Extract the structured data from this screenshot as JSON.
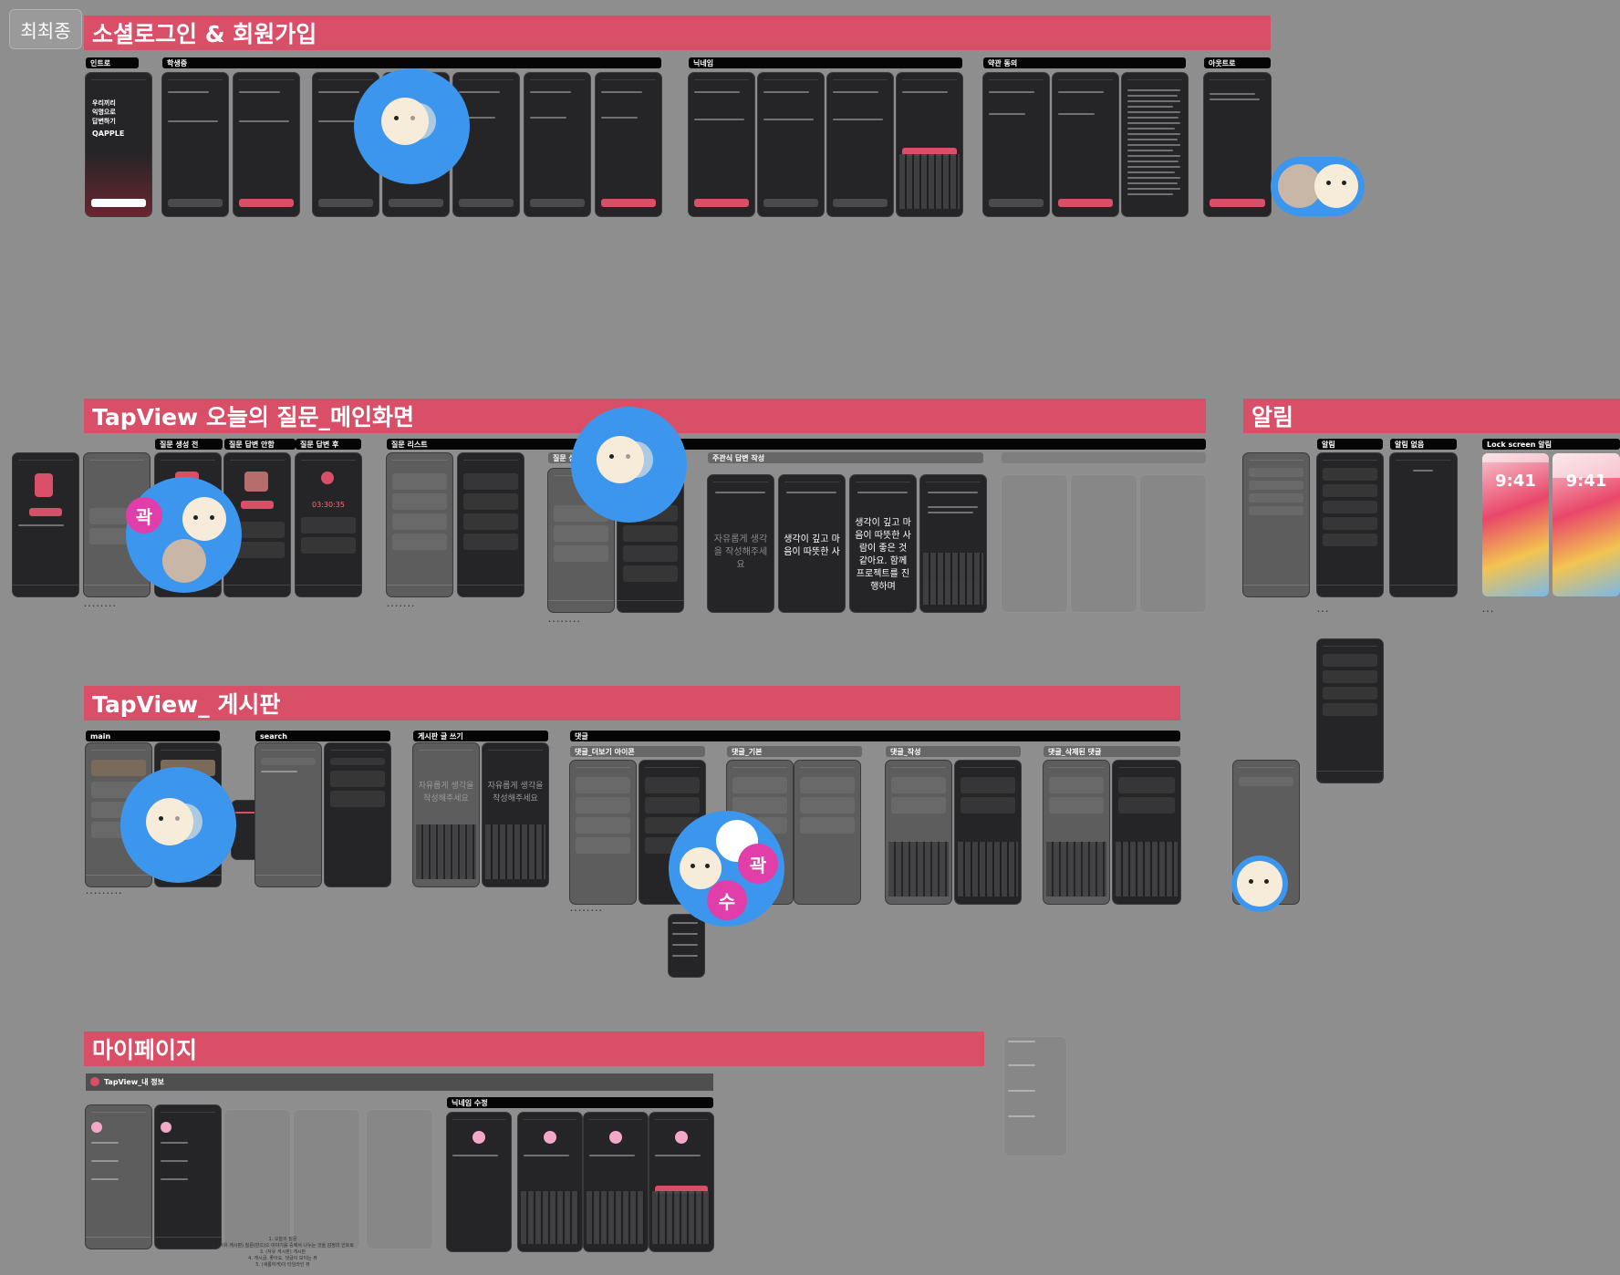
{
  "page_tag": "최최종",
  "sections": {
    "social_login": "소셜로그인 & 회원가입",
    "tapview_main": "TapView 오늘의 질문_메인화면",
    "notification": "알림",
    "board": "TapView_ 게시판",
    "mypage": "마이페이지"
  },
  "labels": {
    "intro": "인트로",
    "student_id": "학생증",
    "nickname": "닉네임",
    "terms": "약관 동의",
    "logout": "아웃트로",
    "q_before": "질문 생성 전",
    "q_answering": "질문 답변 안함",
    "q_after": "질문 답변 후",
    "q_list": "질문 리스트",
    "q_detail": "질문 상",
    "subjective": "주관식 답변 작성",
    "noti": "알림",
    "noti_empty": "알림 없음",
    "lock_noti": "Lock screen 알림",
    "main": "main",
    "search": "search",
    "write": "게시판 글 쓰기",
    "comment": "댓글",
    "comment_more": "댓글_더보기 아이콘",
    "comment_basic": "댓글_기본",
    "comment_write": "댓글_작성",
    "comment_deleted": "댓글_삭제된 댓글",
    "my_info": "TapView_내 정보",
    "nick_edit": "닉네임 수정"
  },
  "screens": {
    "intro_lines": [
      "우리끼리",
      "익명으로",
      "답변하기"
    ],
    "intro_brand": "QAPPLE",
    "answer_1": "자유롭게 생각을 작성해주세요",
    "answer_2": "생각이 깊고 마음이 따뜻한 사",
    "answer_3": "생각이 깊고 마음이 따뜻한 사람이 좋은 것 같아요. 함께 프로젝트를 진행하며",
    "write_placeholder": "자유롭게 생각을 작성해주세요",
    "lock_time": "9:41",
    "timer": "03:30:35"
  },
  "badges": {
    "gwak": "곽",
    "su": "수"
  },
  "colors": {
    "canvas": "#8e8e8e",
    "banner": "#d94f68",
    "phone": "#252527",
    "avatar": "#3d96ee",
    "badge": "#e23ea9"
  },
  "mypage_notes": [
    "1. 오늘의 질문",
    "2. (자유 게시판) 질문(반으)으 이야기를 중에서 나누는 것을 감정의 인트로",
    "3. (자유 게시판) 게시판",
    "4. 게시글, 좋아요, 댓글이 보이는 뷰",
    "5. (새롭하게)이 타임라인 뷰"
  ]
}
